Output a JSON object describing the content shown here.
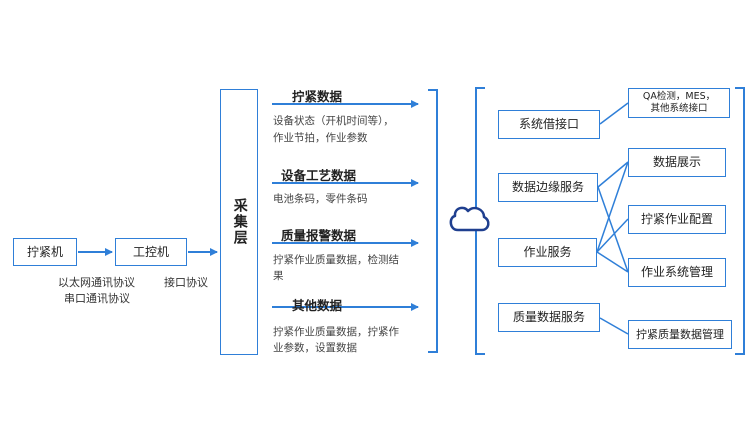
{
  "left": {
    "tightening_machine": "拧紧机",
    "ipc": "工控机",
    "protocol_1": "以太网通讯协议",
    "protocol_2": "串口通讯协议",
    "interface_protocol": "接口协议"
  },
  "collection_layer": "采集层",
  "data_groups": [
    {
      "title": "拧紧数据",
      "desc_1": "设备状态（开机时间等），",
      "desc_2": "作业节拍，作业参数"
    },
    {
      "title": "设备工艺数据",
      "desc_1": "电池条码，零件条码",
      "desc_2": ""
    },
    {
      "title": "质量报警数据",
      "desc_1": "拧紧作业质量数据，检测结",
      "desc_2": "果"
    },
    {
      "title": "其他数据",
      "desc_1": "拧紧作业质量数据，拧紧作",
      "desc_2": "业参数，设置数据"
    }
  ],
  "services": {
    "system_interface": "系统借接口",
    "edge_service": "数据边缘服务",
    "job_service": "作业服务",
    "quality_service": "质量数据服务"
  },
  "modules": {
    "external_1": "QA检测，MES，",
    "external_2": "其他系统接口",
    "data_display": "数据展示",
    "job_config": "拧紧作业配置",
    "job_mgmt": "作业系统管理",
    "quality_mgmt": "拧紧质量数据管理"
  },
  "colors": {
    "line": "#2f7fd8",
    "cloud": "#1f3f8f"
  },
  "icons": {
    "cloud": "cloud-icon"
  }
}
